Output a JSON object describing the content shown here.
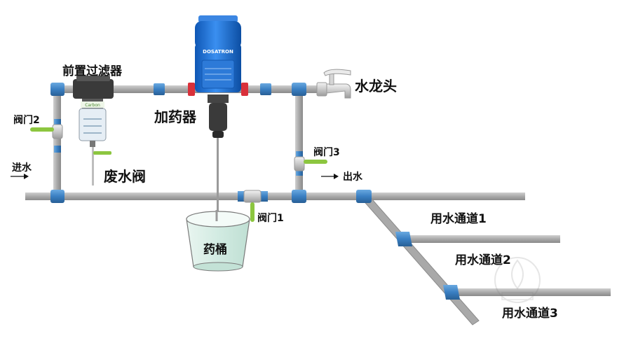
{
  "labels": {
    "prefilter": "前置过滤器",
    "doser": "加药器",
    "faucet": "水龙头",
    "waste_valve": "废水阀",
    "valve1": "阀门1",
    "valve2": "阀门2",
    "valve3": "阀门3",
    "inlet": "进水",
    "outlet": "出水",
    "bucket": "药桶",
    "channel1": "用水通道1",
    "channel2": "用水通道2",
    "channel3": "用水通道3"
  },
  "doser_brand": "DOSATRON",
  "filter_brand": "Carbon",
  "colors": {
    "pipe": "#a7a7a7",
    "fitting": "#3e82c4",
    "doser_body": "#1f6fd0",
    "valve_handle": "#8cc63f",
    "bucket_water": "#d7ede6"
  }
}
